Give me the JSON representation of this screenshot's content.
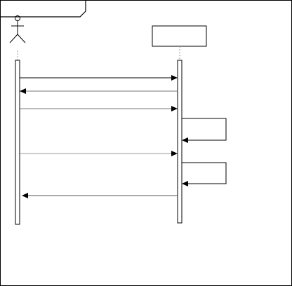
{
  "diagram": {
    "type": "sequence",
    "frame": {
      "title": ""
    },
    "participants": [
      {
        "id": "actor",
        "kind": "actor",
        "label": ""
      },
      {
        "id": "object",
        "kind": "object",
        "label": ""
      }
    ],
    "messages": [
      {
        "order": 1,
        "from": "actor",
        "to": "object",
        "style": "solid",
        "label": ""
      },
      {
        "order": 2,
        "from": "object",
        "to": "actor",
        "style": "return",
        "label": ""
      },
      {
        "order": 3,
        "from": "actor",
        "to": "object",
        "style": "solid",
        "label": ""
      },
      {
        "order": 4,
        "from": "object",
        "to": "object",
        "style": "self",
        "label": ""
      },
      {
        "order": 5,
        "from": "actor",
        "to": "object",
        "style": "solid",
        "label": ""
      },
      {
        "order": 6,
        "from": "object",
        "to": "object",
        "style": "self",
        "label": ""
      },
      {
        "order": 7,
        "from": "object",
        "to": "actor",
        "style": "return",
        "label": ""
      }
    ]
  }
}
